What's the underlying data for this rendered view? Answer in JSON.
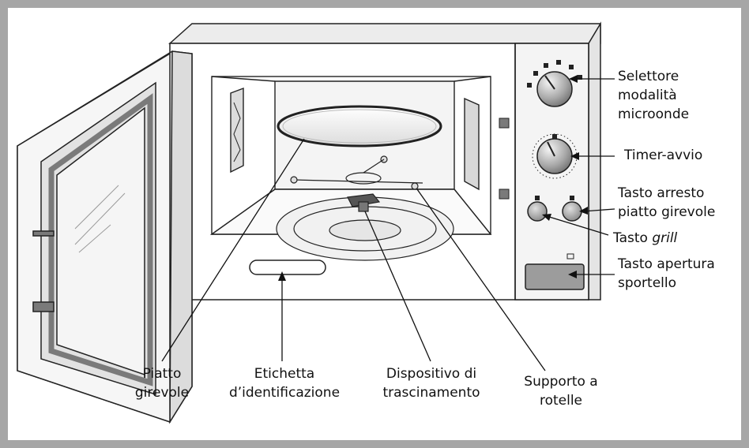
{
  "labels": {
    "selettore_line1": "Selettore",
    "selettore_line2": "modalità",
    "selettore_line3": "microonde",
    "timer": "Timer-avvio",
    "arresto_line1": "Tasto arresto",
    "arresto_line2": "piatto girevole",
    "grill_prefix": "Tasto ",
    "grill_word": "grill",
    "apertura_line1": "Tasto apertura",
    "apertura_line2": "sportello",
    "piatto_line1": "Piatto",
    "piatto_line2": "girevole",
    "etichetta_line1": "Etichetta",
    "etichetta_line2": "d’identificazione",
    "dispositivo_line1": "Dispositivo di",
    "dispositivo_line2": "trascinamento",
    "supporto_line1": "Supporto a",
    "supporto_line2": "rotelle"
  },
  "colors": {
    "outer_border": "#a6a6a6",
    "background": "#ffffff",
    "panel_gray": "#e8e8e8",
    "knob_dark": "#8c8c8c",
    "window_glass": "#f2f2f2"
  }
}
